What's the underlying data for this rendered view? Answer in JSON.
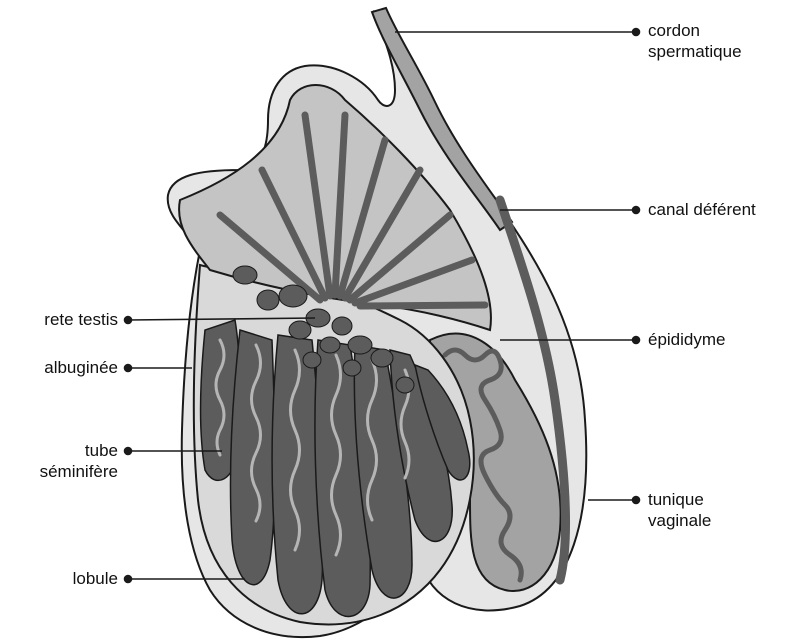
{
  "labels": {
    "cordon": {
      "line1": "cordon",
      "line2": "spermatique"
    },
    "canal": "canal déférent",
    "epididyme": "épididyme",
    "tunique": {
      "line1": "tunique",
      "line2": "vaginale"
    },
    "rete": "rete testis",
    "albuginee": "albuginée",
    "tube": {
      "line1": "tube",
      "line2": "séminifère"
    },
    "lobule": "lobule"
  },
  "colors": {
    "outline": "#1a1a1a",
    "light": "#d9d9d9",
    "mid": "#a3a3a3",
    "dark": "#5c5c5c",
    "tubule": "#9a9a9a"
  }
}
